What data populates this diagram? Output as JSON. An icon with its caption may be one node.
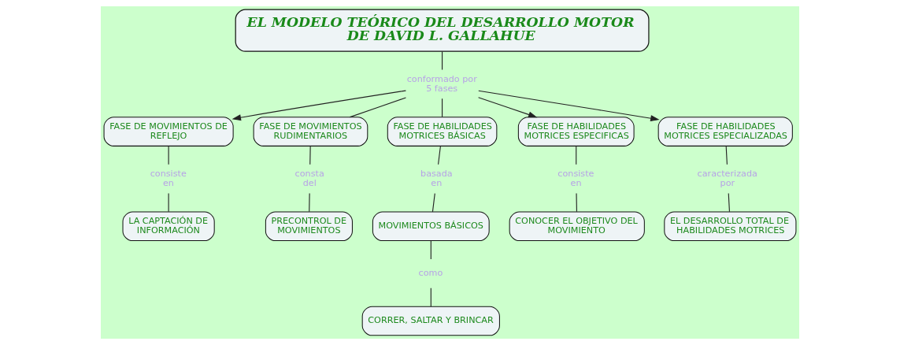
{
  "diagram": {
    "nodes": [
      {
        "text": [
          "EL MODELO TEÓRICO DEL DESARROLLO MOTOR DE DAVID L. GALLAHUE"
        ]
      },
      {
        "text": [
          "conformado por 5 fases"
        ]
      },
      {
        "text": [
          "FASE DE MOVIMIENTOS DE REFLEJO"
        ]
      },
      {
        "text": [
          "FASE DE MOVIMIENTOS RUDIMENTARIOS"
        ]
      },
      {
        "text": [
          "FASE DE HABILIDADES MOTRICES BÁSICAS"
        ]
      },
      {
        "text": [
          "FASE DE HABILIDADES MOTRICES ESPECIFICAS"
        ]
      },
      {
        "text": [
          "FASE DE HABILIDADES MOTRICES ESPECIALIZADAS"
        ]
      },
      {
        "text": [
          "consiste en"
        ]
      },
      {
        "text": [
          "consta del"
        ]
      },
      {
        "text": [
          "basada en"
        ]
      },
      {
        "text": [
          "consiste en"
        ]
      },
      {
        "text": [
          "caracterizada por"
        ]
      },
      {
        "text": [
          "LA CAPTACIÓN DE INFORMACIÓN"
        ]
      },
      {
        "text": [
          "PRECONTROL DE MOVIMIENTOS"
        ]
      },
      {
        "text": [
          "MOVIMIENTOS BÁSICOS"
        ]
      },
      {
        "text": [
          "CONOCER EL OBJETIVO DEL MOVIMIENTO"
        ]
      },
      {
        "text": [
          "EL DESARROLLO TOTAL DE HABILIDADES MOTRICES"
        ]
      },
      {
        "text": [
          "como"
        ]
      },
      {
        "text": [
          "CORRER, SALTAR Y BRINCAR"
        ]
      }
    ],
    "edges": [
      {
        "from": 0,
        "to": 1,
        "arrow": "none"
      },
      {
        "from": 1,
        "to": 2,
        "arrow": "to"
      },
      {
        "from": 1,
        "to": 3,
        "arrow": "none"
      },
      {
        "from": 1,
        "to": 4,
        "arrow": "none"
      },
      {
        "from": 1,
        "to": 5,
        "arrow": "to"
      },
      {
        "from": 1,
        "to": 6,
        "arrow": "to"
      },
      {
        "from": 2,
        "to": 7,
        "arrow": "none"
      },
      {
        "from": 7,
        "to": 12,
        "arrow": "none"
      },
      {
        "from": 3,
        "to": 8,
        "arrow": "none"
      },
      {
        "from": 8,
        "to": 13,
        "arrow": "none"
      },
      {
        "from": 4,
        "to": 9,
        "arrow": "none"
      },
      {
        "from": 9,
        "to": 14,
        "arrow": "none"
      },
      {
        "from": 5,
        "to": 10,
        "arrow": "none"
      },
      {
        "from": 10,
        "to": 15,
        "arrow": "none"
      },
      {
        "from": 6,
        "to": 11,
        "arrow": "none"
      },
      {
        "from": 11,
        "to": 16,
        "arrow": "none"
      },
      {
        "from": 14,
        "to": 17,
        "arrow": "none"
      },
      {
        "from": 17,
        "to": 18,
        "arrow": "none"
      }
    ]
  }
}
